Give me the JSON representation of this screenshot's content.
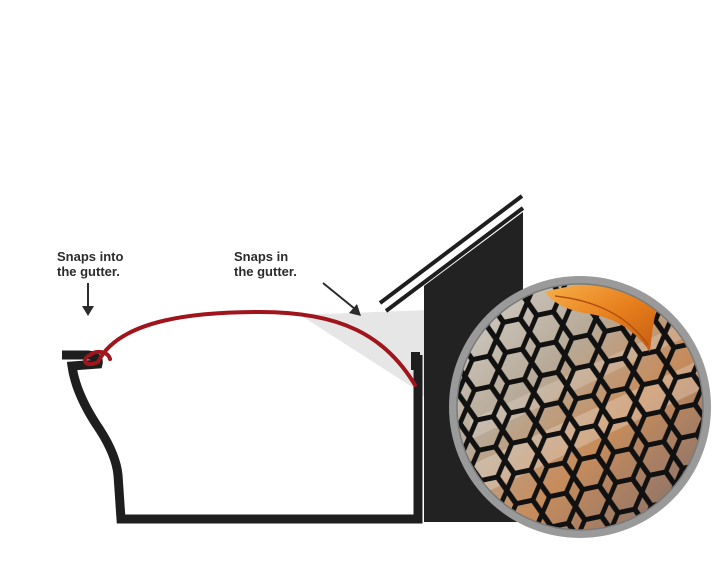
{
  "labels": {
    "snaps_into": {
      "line1": "Snaps into",
      "line2": "the gutter."
    },
    "snaps_in": {
      "line1": "Snaps in",
      "line2": "the gutter."
    }
  },
  "colors": {
    "gutter": "#1e1e1e",
    "guard_curve": "#a0141c",
    "fascia": "#222222",
    "mesh": "#111111",
    "leaf": "#e8801e",
    "magnifier_ring": "#9a9a9a",
    "shadow": "#e6e6e6"
  },
  "icons": [
    "arrow-down-icon",
    "arrow-diagonal-icon",
    "magnifier-mesh-detail"
  ]
}
